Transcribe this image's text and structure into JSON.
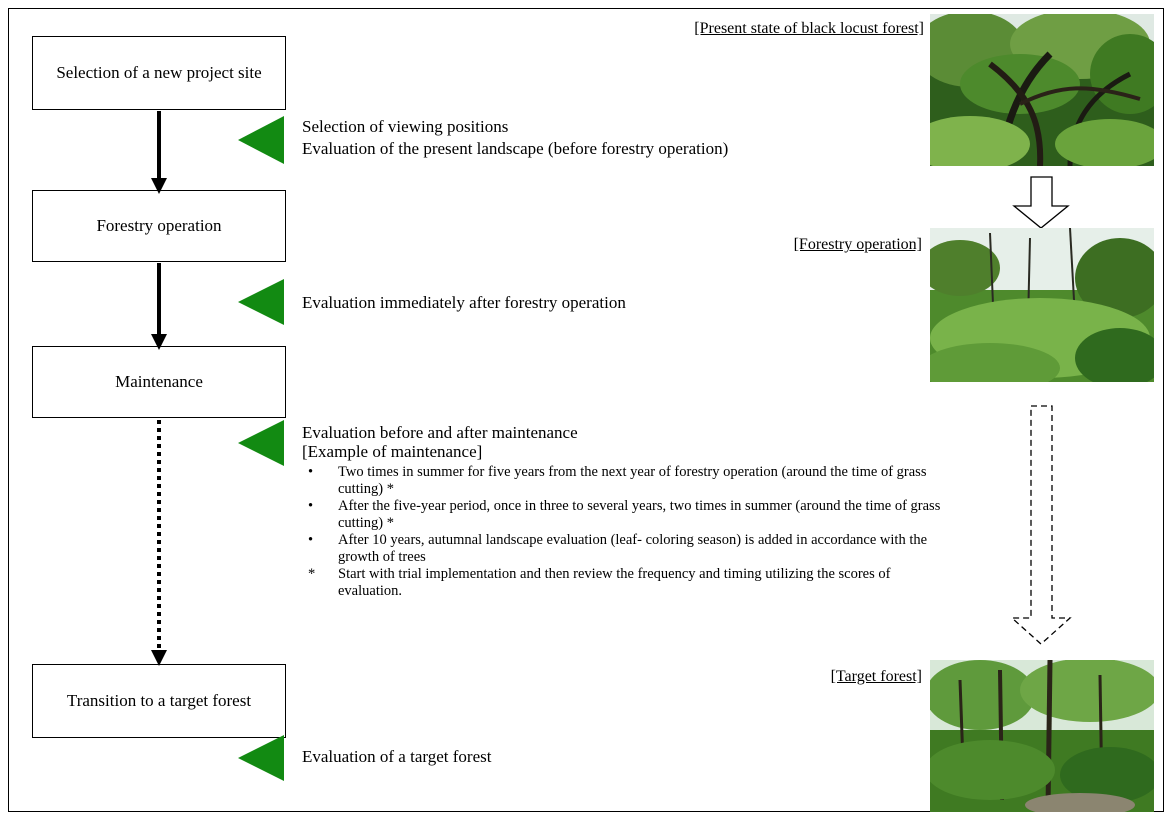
{
  "flow": {
    "steps": [
      {
        "label": "Selection of a new project site"
      },
      {
        "label": "Forestry operation"
      },
      {
        "label": "Maintenance"
      },
      {
        "label": "Transition to a target forest"
      }
    ]
  },
  "evaluations": {
    "e1_line1": "Selection of viewing positions",
    "e1_line2": "Evaluation of the present landscape (before forestry operation)",
    "e2": "Evaluation immediately after forestry operation",
    "e3": "Evaluation before and after maintenance",
    "e4": "Evaluation of a target forest"
  },
  "example": {
    "title": "[Example of maintenance]",
    "items": [
      {
        "mark": "•",
        "text": "Two times in summer for five years from the next year of forestry operation (around the time of grass cutting) *"
      },
      {
        "mark": "•",
        "text": "After the five-year period, once in three to several years, two times in summer (around the time of grass cutting) *"
      },
      {
        "mark": "•",
        "text": "After 10 years, autumnal landscape evaluation (leaf- coloring season) is added in accordance with the growth of trees"
      },
      {
        "mark": "*",
        "text": "Start with trial implementation and then review the frequency and timing utilizing the scores of evaluation."
      }
    ]
  },
  "photos": {
    "p1_caption": "[Present state of black locust forest]",
    "p2_caption": "[Forestry operation]",
    "p3_caption": "[Target forest]"
  },
  "colors": {
    "marker_green": "#128a12",
    "foliage_dark": "#1f4a12",
    "foliage_mid": "#3f7a22",
    "foliage_light": "#8fbf5a",
    "sky": "#e6efe9"
  }
}
